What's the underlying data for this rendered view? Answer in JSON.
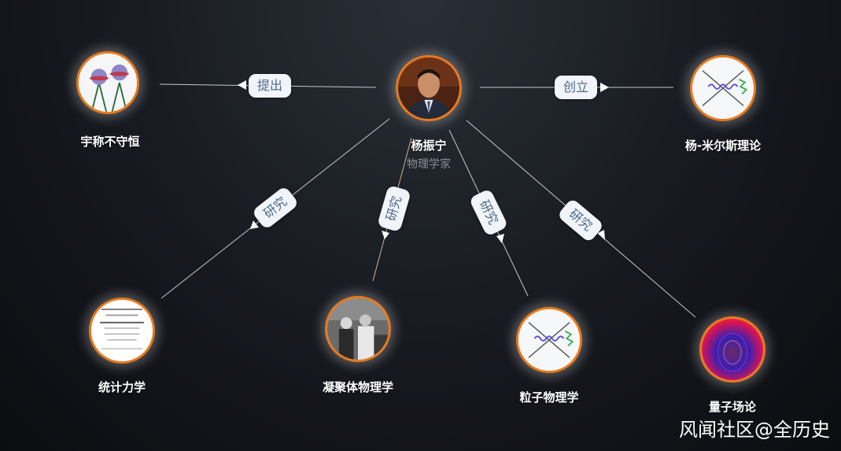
{
  "center": {
    "name": "杨振宁",
    "role": "物理学家"
  },
  "nodes": {
    "parity": "宇称不守恒",
    "yang_mills": "杨-米尔斯理论",
    "statistical": "统计力学",
    "condensed": "凝聚体物理学",
    "particle": "粒子物理学",
    "qft": "量子场论"
  },
  "relations": {
    "propose": "提出",
    "found": "创立",
    "research": "研究"
  },
  "watermark": "风闻社区@全历史",
  "colors": {
    "node_border": "#e8791b",
    "background": "#16191f",
    "edge": "#dfe6ee"
  }
}
